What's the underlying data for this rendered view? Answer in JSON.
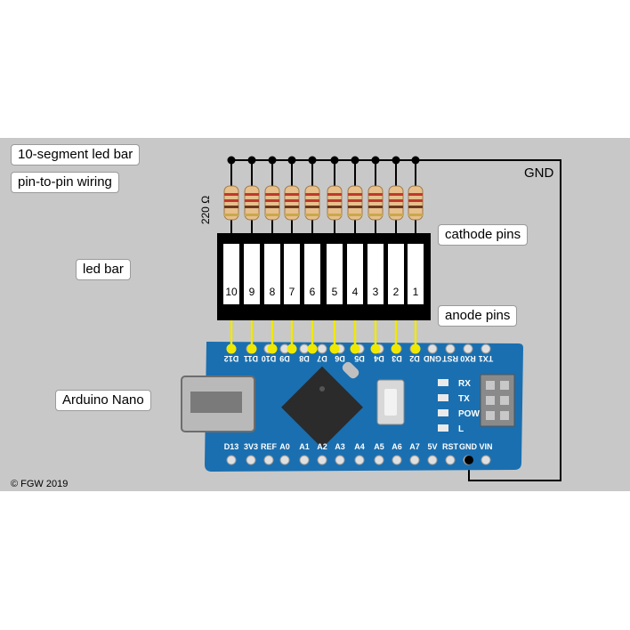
{
  "labels": {
    "title": "10-segment led bar",
    "subtitle": "pin-to-pin wiring",
    "led_bar": "led bar",
    "arduino": "Arduino Nano",
    "cathode": "cathode pins",
    "anode": "anode pins",
    "gnd": "GND",
    "resistor": "220 Ω",
    "copyright": "© FGW 2019"
  },
  "segments": [
    "10",
    "9",
    "8",
    "7",
    "6",
    "5",
    "4",
    "3",
    "2",
    "1"
  ],
  "top_pins": [
    "D12",
    "D11",
    "D10",
    "D9",
    "D8",
    "D7",
    "D6",
    "D5",
    "D4",
    "D3",
    "D2",
    "GND",
    "RST",
    "RX0",
    "TX1"
  ],
  "bottom_pins": [
    "D13",
    "3V3",
    "REF",
    "A0",
    "A1",
    "A2",
    "A3",
    "A4",
    "A5",
    "A6",
    "A7",
    "5V",
    "RST",
    "GND",
    "VIN"
  ],
  "board_leds": [
    "RX",
    "TX",
    "POW",
    "L"
  ],
  "colors": {
    "panel": "#c8c8c8",
    "pcb": "#1a6fb0",
    "wire": "#000000",
    "anode_wire": "#f0e800",
    "led_bar_body": "#000000",
    "segment": "#ffffff"
  }
}
